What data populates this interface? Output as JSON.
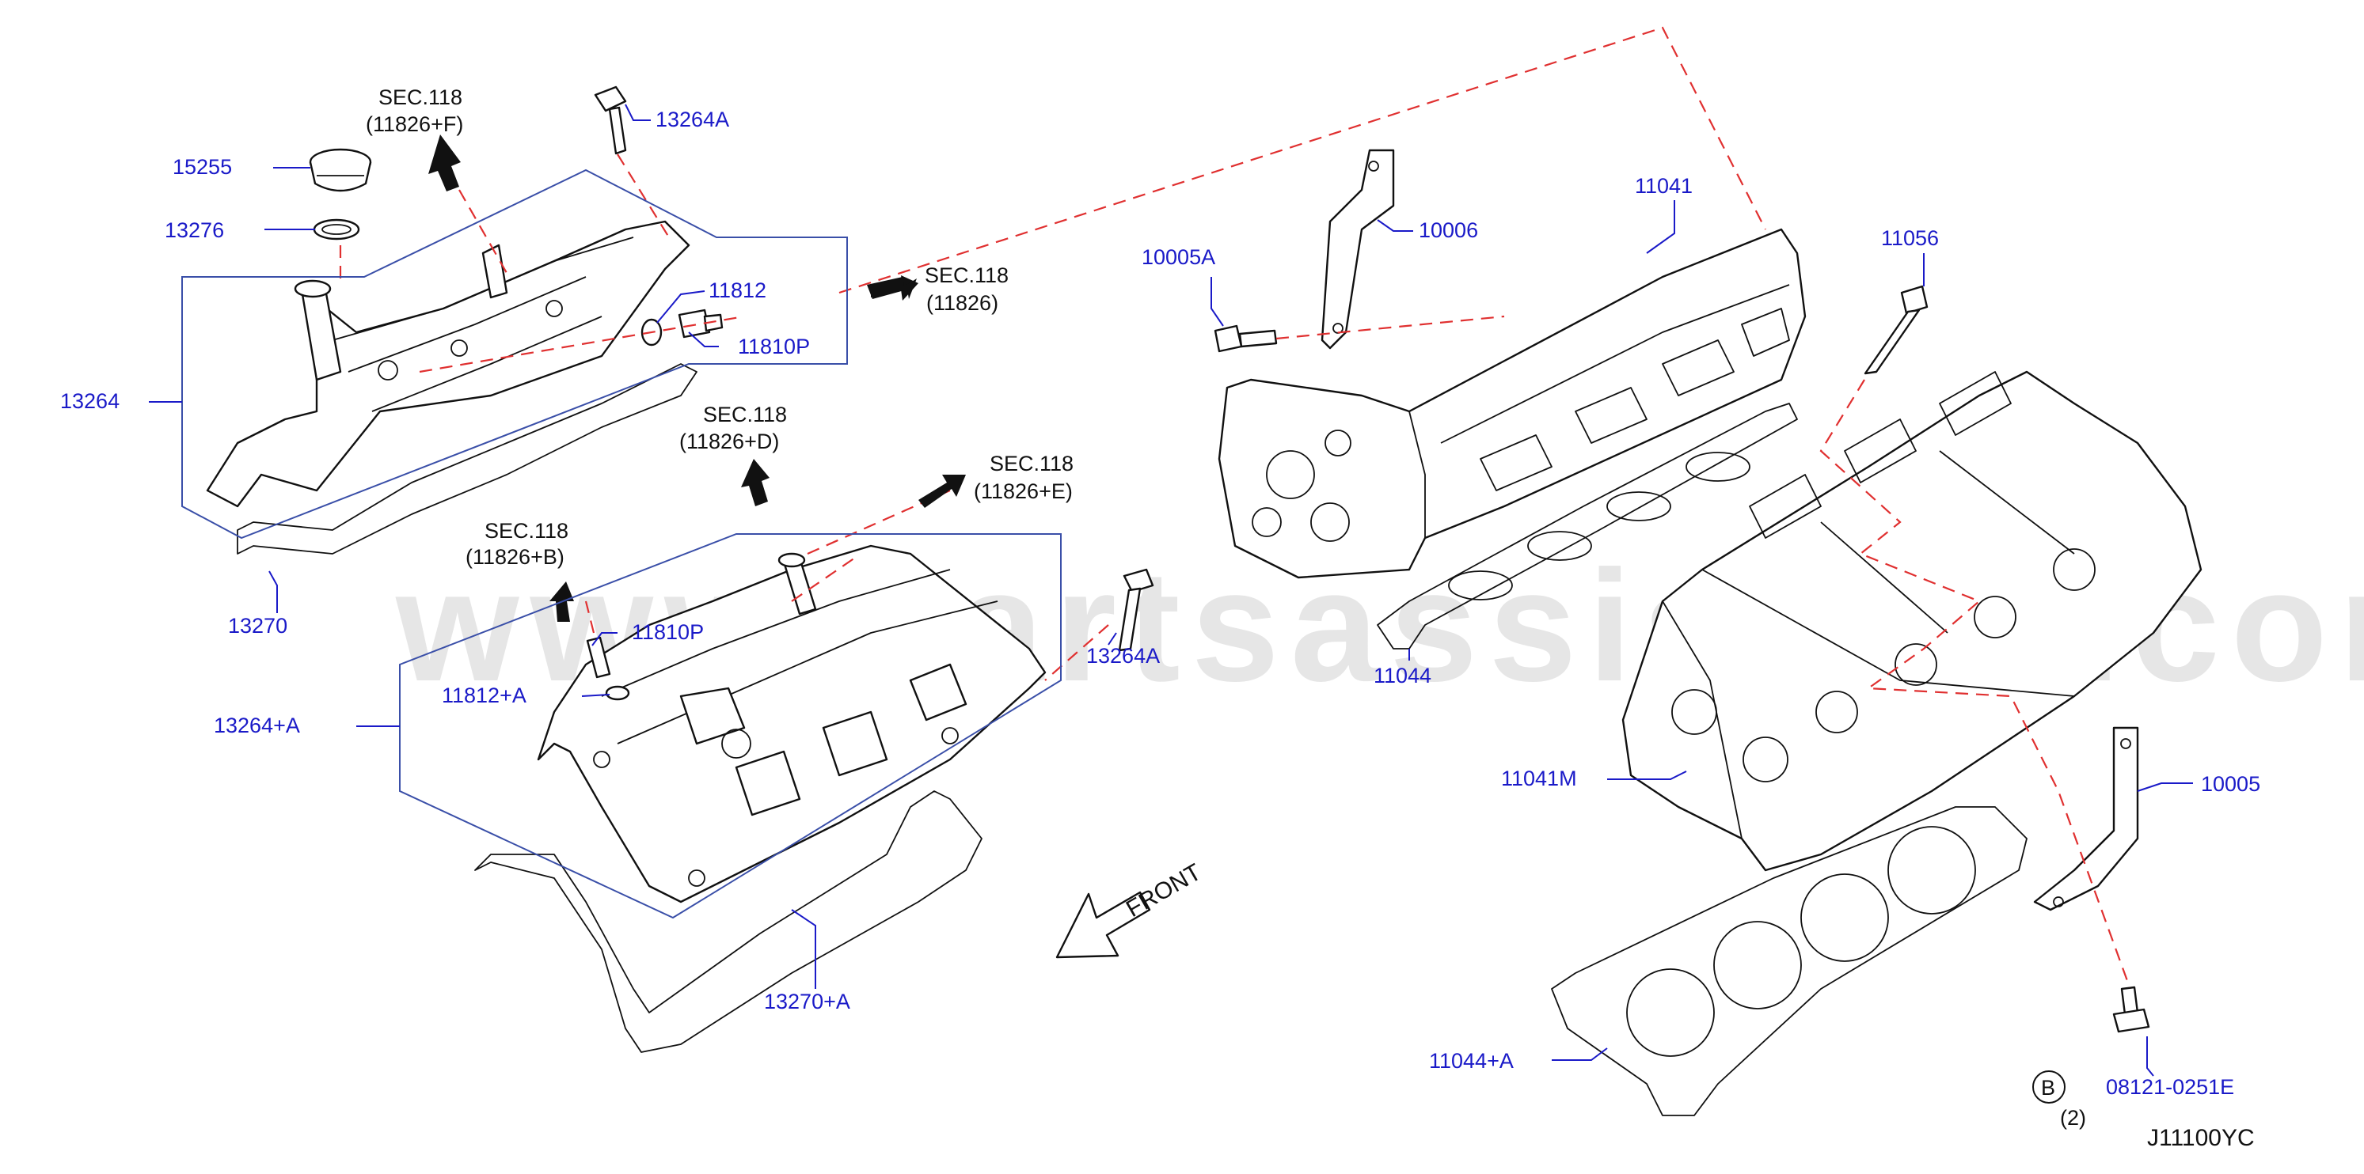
{
  "labels": {
    "p15255": "15255",
    "p13276": "13276",
    "p13264": "13264",
    "p13264a_top": "13264A",
    "p11812": "11812",
    "p11810p_top": "11810P",
    "p13270": "13270",
    "p11810p_low": "11810P",
    "p11812a": "11812+A",
    "p13264plusa": "13264+A",
    "p13264a_low": "13264A",
    "p13270a": "13270+A",
    "p10005a": "10005A",
    "p10006": "10006",
    "p11041": "11041",
    "p11056": "11056",
    "p11044": "11044",
    "p11041m": "11041M",
    "p10005": "10005",
    "p11044a": "11044+A",
    "p08121": "08121-0251E",
    "qty": "(2)",
    "circle_b": "B"
  },
  "sections": {
    "f_l1": "SEC.118",
    "f_l2": "(11826+F)",
    "s_l1": "SEC.118",
    "s_l2": "(11826)",
    "d_l1": "SEC.118",
    "d_l2": "(11826+D)",
    "e_l1": "SEC.118",
    "e_l2": "(11826+E)",
    "b_l1": "SEC.118",
    "b_l2": "(11826+B)"
  },
  "front_label": "FRONT",
  "diagram_code": "J11100YC",
  "watermark": "www.partsassistant.com",
  "colors": {
    "label": "#1a1ac8",
    "dash": "#e03030",
    "bracket": "#3a4fa8",
    "ink": "#111111"
  }
}
